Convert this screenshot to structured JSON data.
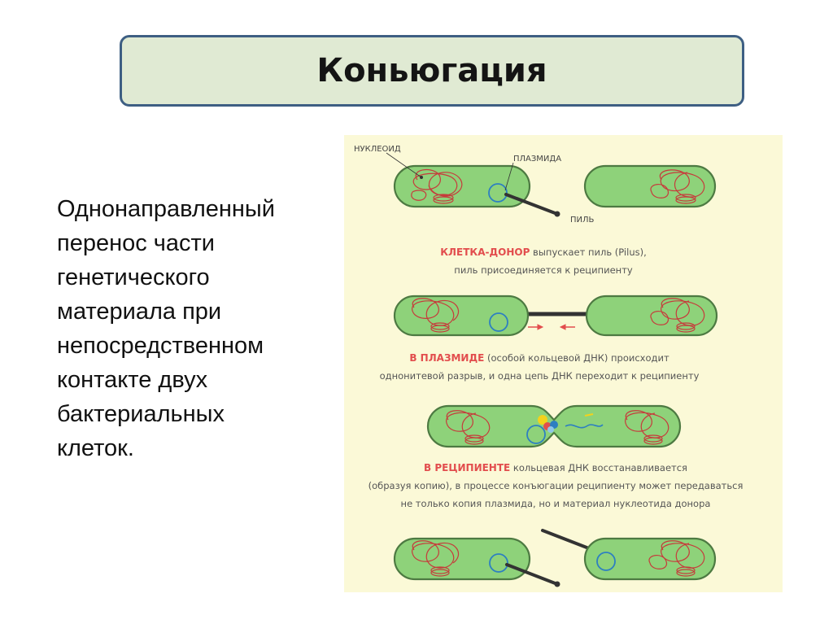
{
  "title": "Коньюгация",
  "description_lines": [
    "Однонаправленный",
    "перенос части",
    "генетического",
    "материала при",
    "непосредственном",
    "контакте двух",
    "бактериальных",
    "клеток."
  ],
  "diagram": {
    "labels": {
      "nucleoid": "НУКЛЕОИД",
      "plasmid": "ПЛАЗМИДА",
      "pilus": "ПИЛЬ"
    },
    "step1": {
      "highlight": "КЛЕТКА-ДОНОР",
      "line1_rest": " выпускает пиль (Pilus),",
      "line2": "пиль присоединяется к реципиенту"
    },
    "step2": {
      "highlight": "В ПЛАЗМИДЕ",
      "line1_rest": " (особой кольцевой ДНК) происходит",
      "line2": "однонитевой разрыв, и одна цепь ДНК переходит к реципиенту"
    },
    "step3": {
      "highlight": "В РЕЦИПИЕНТЕ",
      "line1_rest": " кольцевая ДНК восстанавливается",
      "line2": "(образуя копию), в процессе конъюгации реципиенту может передаваться",
      "line3": "не только копия плазмида, но и материал нуклеотида донора"
    },
    "colors": {
      "highlight": "#e24d4d",
      "cell_fill": "#8ed27a",
      "cell_stroke": "#4d7a42",
      "dna": "#c63b3b",
      "plasmid": "#2d7fc1",
      "panel_bg": "#fbf9d7",
      "title_bg": "#e0ead3",
      "title_border": "#3e5f83"
    }
  }
}
